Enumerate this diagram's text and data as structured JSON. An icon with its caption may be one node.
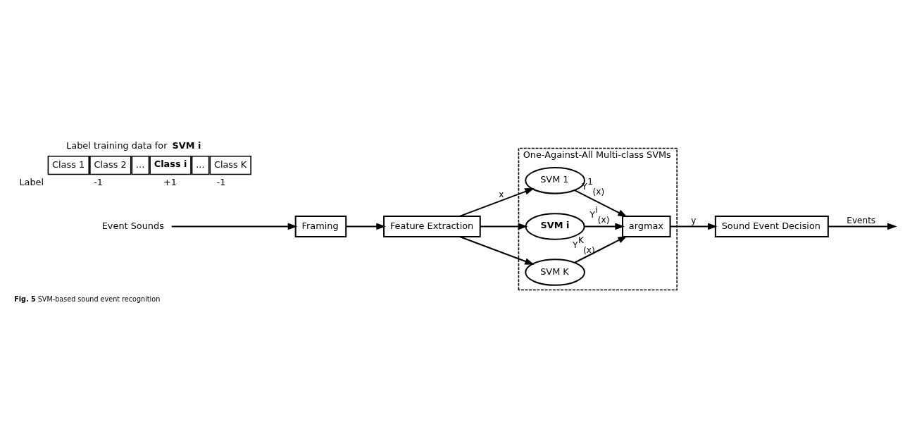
{
  "diagram": {
    "caption": "**Fig. 5** SVM-based sound event recognition",
    "nodes": [
      {
        "text": [
          "Event Sounds"
        ]
      },
      {
        "text": [
          "Framing"
        ]
      },
      {
        "text": [
          "Feature Extraction"
        ]
      },
      {
        "text": [
          "One-Against-All Multi-class SVMs"
        ]
      },
      {
        "text": [
          "SVM 1"
        ],
        "in": 3
      },
      {
        "text": [
          "**SVM i**"
        ],
        "in": 3
      },
      {
        "text": [
          "SVM K"
        ],
        "in": 3
      },
      {
        "text": [
          "argmax"
        ],
        "in": 3
      },
      {
        "text": [
          "Sound Event Decision"
        ]
      }
    ],
    "edges": [
      {
        "from": 0,
        "to": 1,
        "arrow": "to"
      },
      {
        "from": 1,
        "to": 2,
        "arrow": "to"
      },
      {
        "from": 2,
        "to": 4,
        "arrow": "to",
        "label": "x"
      },
      {
        "from": 2,
        "to": 5,
        "arrow": "to"
      },
      {
        "from": 2,
        "to": 6,
        "arrow": "to"
      },
      {
        "from": 4,
        "to": 7,
        "arrow": "to",
        "label": "Y$^{1}$$_{(x)}$"
      },
      {
        "from": 5,
        "to": 7,
        "arrow": "to",
        "label": "Y$^{i}$$_{(x)}$"
      },
      {
        "from": 6,
        "to": 7,
        "arrow": "to",
        "label": "Y$^{K}$$_{(x)}$"
      },
      {
        "from": 7,
        "to": 8,
        "arrow": "to",
        "label": "y"
      },
      {
        "from": 8,
        "to": null,
        "arrow": "to",
        "label": "Events"
      }
    ],
    "labels": [
      "Label training data for **SVM i**",
      "Class 1",
      "Class 2",
      "...",
      "**Class i**",
      "...",
      "Class K",
      "Label",
      "-1",
      "+1",
      "-1"
    ]
  }
}
